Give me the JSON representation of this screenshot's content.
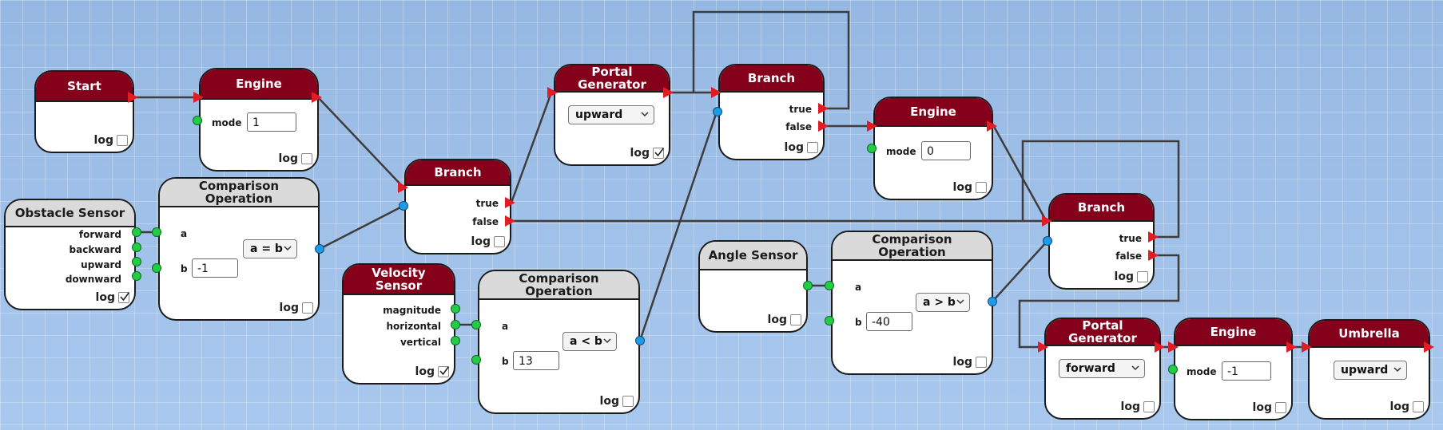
{
  "nodes": {
    "start": {
      "title": "Start",
      "log": "log",
      "checked": false
    },
    "engine1": {
      "title": "Engine",
      "mode_label": "mode",
      "mode": "1",
      "log": "log",
      "checked": false
    },
    "obstacle": {
      "title": "Obstacle Sensor",
      "outputs": [
        "forward",
        "backward",
        "upward",
        "downward"
      ],
      "log": "log",
      "checked": true
    },
    "cmp1": {
      "title": "Comparison Operation",
      "a": "a",
      "b": "b",
      "b_value": "-1",
      "op": "a = b",
      "log": "log",
      "checked": false
    },
    "branch1": {
      "title": "Branch",
      "true_label": "true",
      "false_label": "false",
      "log": "log",
      "checked": false
    },
    "portal1": {
      "title": "Portal Generator",
      "direction": "upward",
      "log": "log",
      "checked": true
    },
    "velocity": {
      "title": "Velocity Sensor",
      "outputs": [
        "magnitude",
        "horizontal",
        "vertical"
      ],
      "log": "log",
      "checked": true
    },
    "cmp2": {
      "title": "Comparison Operation",
      "a": "a",
      "b": "b",
      "b_value": "13",
      "op": "a < b",
      "log": "log",
      "checked": false
    },
    "branch2": {
      "title": "Branch",
      "true_label": "true",
      "false_label": "false",
      "log": "log",
      "checked": false
    },
    "engine2": {
      "title": "Engine",
      "mode_label": "mode",
      "mode": "0",
      "log": "log",
      "checked": false
    },
    "angle": {
      "title": "Angle Sensor",
      "log": "log",
      "checked": false
    },
    "cmp3": {
      "title": "Comparison Operation",
      "a": "a",
      "b": "b",
      "b_value": "-40",
      "op": "a > b",
      "log": "log",
      "checked": false
    },
    "branch3": {
      "title": "Branch",
      "true_label": "true",
      "false_label": "false",
      "log": "log",
      "checked": false
    },
    "portal2": {
      "title": "Portal Generator",
      "direction": "forward",
      "log": "log",
      "checked": false
    },
    "engine3": {
      "title": "Engine",
      "mode_label": "mode",
      "mode": "-1",
      "log": "log",
      "checked": false
    },
    "umbrella": {
      "title": "Umbrella",
      "direction": "upward",
      "log": "log",
      "checked": false
    }
  },
  "colors": {
    "header": "#84001b",
    "header_grey": "#dadada",
    "flow_arrow": "#e21b24",
    "bool_port": "#1e9be8",
    "data_port": "#22cc44",
    "wire": "#3d3d3d"
  }
}
